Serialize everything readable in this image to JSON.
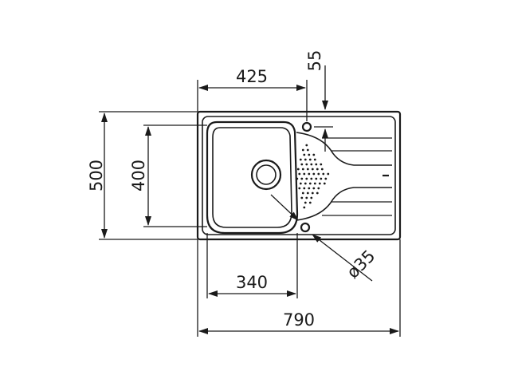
{
  "dimensions": {
    "overall_width": "790",
    "overall_depth": "500",
    "bowl_depth": "400",
    "tap_position": "425",
    "tap_offset": "55",
    "bowl_width": "340",
    "hole_diameter": "ø35"
  }
}
